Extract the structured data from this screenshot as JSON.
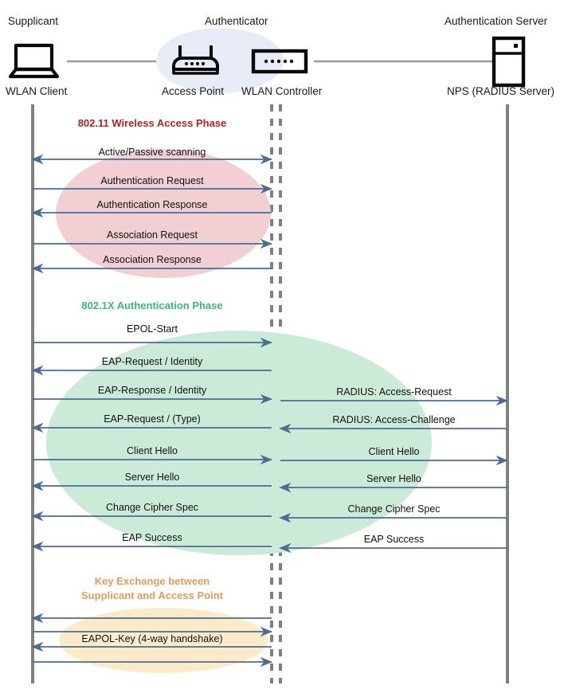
{
  "diagram": {
    "title": "802.1X / EAP authentication flow between WLAN client, access point, WLAN controller and RADIUS server",
    "colors": {
      "lifeline": "#808080",
      "arrow": "#4A6D96",
      "phase_red": "#B52025",
      "phase_green": "#3CB878",
      "phase_orange": "#E59B5C",
      "ellipse_pink": "#F2CFD2",
      "ellipse_green": "#CBEBD8",
      "ellipse_yellow": "#FBEBC8",
      "ellipse_blue": "#E8ECF7",
      "connector": "#808080",
      "icon": "#000000"
    }
  },
  "roles": [
    {
      "id": "supplicant",
      "title": "Supplicant",
      "node": "WLAN Client",
      "icon": "laptop-icon"
    },
    {
      "id": "authenticator",
      "title": "Authenticator",
      "node": "Access Point",
      "icon": "access-point-icon"
    },
    {
      "id": "controller",
      "title": "",
      "node": "WLAN Controller",
      "icon": "wlan-controller-icon"
    },
    {
      "id": "authserver",
      "title": "Authentication Server",
      "node": "NPS (RADIUS Server)",
      "icon": "server-icon"
    }
  ],
  "phases": [
    {
      "id": "phase-80211",
      "label": "802.11 Wireless Access Phase",
      "color": "phase-red"
    },
    {
      "id": "phase-8021x",
      "label": "802.1X Authentication Phase",
      "color": "phase-green"
    },
    {
      "id": "phase-keyexch",
      "label": "Key Exchange between\nSupplicant and Access Point",
      "color": "phase-orange"
    }
  ],
  "messages_left": [
    {
      "label": "Active/Passive scanning",
      "direction": "bidirectional",
      "phase": "phase-80211"
    },
    {
      "label": "Authentication Request",
      "direction": "right",
      "phase": "phase-80211"
    },
    {
      "label": "Authentication Response",
      "direction": "left",
      "phase": "phase-80211"
    },
    {
      "label": "Association Request",
      "direction": "right",
      "phase": "phase-80211"
    },
    {
      "label": "Association Response",
      "direction": "left",
      "phase": "phase-80211"
    },
    {
      "label": "EPOL-Start",
      "direction": "right",
      "phase": "phase-8021x"
    },
    {
      "label": "EAP-Request / Identity",
      "direction": "left",
      "phase": "phase-8021x"
    },
    {
      "label": "EAP-Response / Identity",
      "direction": "right",
      "phase": "phase-8021x"
    },
    {
      "label": "EAP-Request / (Type)",
      "direction": "left",
      "phase": "phase-8021x"
    },
    {
      "label": "Client Hello",
      "direction": "right",
      "phase": "phase-8021x"
    },
    {
      "label": "Server Hello",
      "direction": "left",
      "phase": "phase-8021x"
    },
    {
      "label": "Change Cipher Spec",
      "direction": "left",
      "phase": "phase-8021x"
    },
    {
      "label": "EAP Success",
      "direction": "left",
      "phase": "phase-8021x"
    },
    {
      "label": "",
      "direction": "left",
      "phase": "phase-keyexch"
    },
    {
      "label": "",
      "direction": "right",
      "phase": "phase-keyexch"
    },
    {
      "label": "EAPOL-Key (4-way handshake)",
      "direction": "left",
      "phase": "phase-keyexch"
    },
    {
      "label": "",
      "direction": "right",
      "phase": "phase-keyexch"
    }
  ],
  "messages_right": [
    {
      "label": "RADIUS: Access-Request",
      "direction": "right",
      "phase": "phase-8021x"
    },
    {
      "label": "RADIUS: Access-Challenge",
      "direction": "left",
      "phase": "phase-8021x"
    },
    {
      "label": "Client Hello",
      "direction": "right",
      "phase": "phase-8021x"
    },
    {
      "label": "Server Hello",
      "direction": "left",
      "phase": "phase-8021x"
    },
    {
      "label": "Change Cipher Spec",
      "direction": "left",
      "phase": "phase-8021x"
    },
    {
      "label": "EAP Success",
      "direction": "left",
      "phase": "phase-8021x"
    }
  ]
}
